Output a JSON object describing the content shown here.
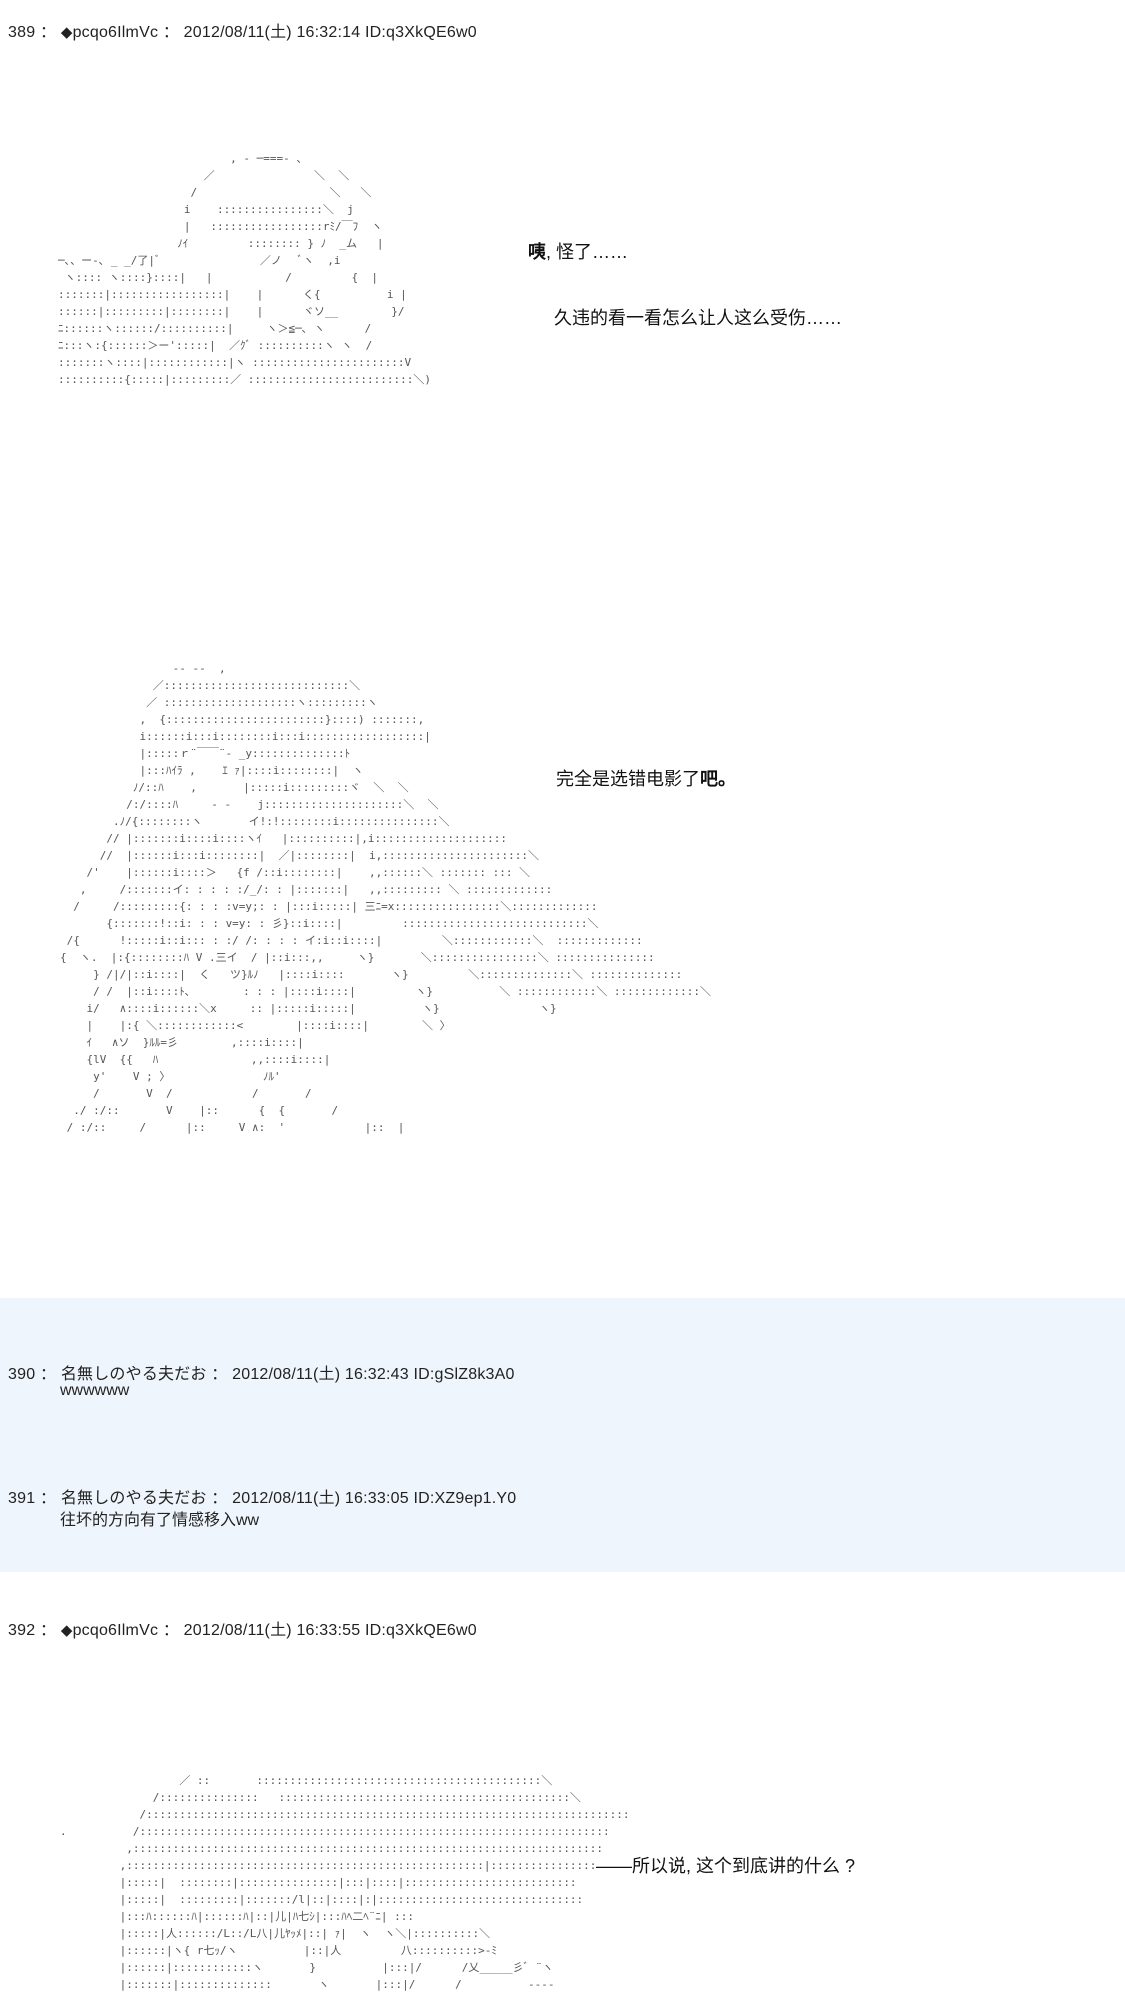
{
  "posts": [
    {
      "number": "389",
      "sep": "：",
      "trip_marker": "◆",
      "name": "pcqo6IlmVc",
      "date": "2012/08/11(土) 16:32:14",
      "id": "ID:q3XkQE6w0",
      "dialogs": [
        {
          "lead": "咦",
          "rest": ", 怪了……"
        },
        {
          "text": "久违的看一看怎么让人这么受伤……"
        },
        {
          "lead": "",
          "rest": "完全是选错电影了",
          "tail": "吧。"
        }
      ],
      "ascii_art_1": "                          , - ─===- 、\n                      ／               ＼  ＼\n                    /                    ＼   ＼\n                   i    ::::::::::::::::＼  j\n                   |   :::::::::::::::::rﾐ/￣ﾌ  ヽ\n                  ﾉｲ         :::::::: } ﾉ  _ム   |\n─､、ー-､ _ _/了|ﾞ               ／ノ   ﾞヽ  ,i\n ヽ:::: ヽ::::}::::|   |           /         {  |\n:::::::|:::::::::::::::::|    |      く{          i |\n::::::|:::::::::|::::::::|    |      ヾソ__        }/\nﾆ::::::ヽ::::::/::::::::::|     ヽ＞≦─､ ヽ      /\nﾆ:::ヽ:{::::::＞ー':::::|  ／ｸﾞ ::::::::::ヽ ヽ  /\n:::::::ヽ::::|::::::::::::|ヽ :::::::::::::::::::::::V\n::::::::::{:::::|:::::::::／ :::::::::::::::::::::::::＼)",
      "ascii_art_2": "                 -- ‐-  ,\n              ／::::::::::::::::::::::::::::＼\n             ／ ::::::::::::::::::::ヽ:::::::::ヽ\n            ,  {::::::::::::::::::::::::}::::) :::::::,\n            i::::::i:::i::::::::i:::i::::::::::::::::::|\n            |:::::ｒ¨￣￣¨- _y::::::::::::::ﾄ\n            |:::ﾊｲﾗ ,    ｴ ｧ|::::i::::::::|  ヽ\n           ﾉ/::ﾊ    ,       |:::::i:::::::::ヾ  ＼  ＼\n          /:/::::ﾊ     - -    j:::::::::::::::::::::＼  ＼\n        .ﾉ/{::::::::ヽ       イ!:!::::::::i:::::::::::::::＼\n       // |:::::::i::::i::::ヽｲ   |::::::::::|,i::::::::::::::::::::\n      //  |::::::i:::i::::::::|  ／|::::::::|  i,::::::::::::::::::::::＼\n    /'    |::::::i::::＞   {f /::i::::::::|    ,,::::::＼ ::::::: ::: ＼\n   ,     /:::::::イ: : : : :/_/: : |:::::::|   ,,::::::::: ＼ :::::::::::::\n  /     /:::::::::{: : : :v=y;: : |:::i:::::| 三ﾆ=x::::::::::::::::＼:::::::::::::\n       {:::::::!::i: : : v=y: : 彡}::i::::|         ::::::::::::::::::::::::::::＼\n /{      !:::::i::i::: : :/ /: : : : イ:i::i::::|         ＼::::::::::::＼  :::::::::::::\n{  ヽ.  |:{::::::::ﾊ V .三イ  / |::i:::,,     ヽ}       ＼::::::::::::::::＼ :::::::::::::::\n     } /|/|::i::::|  く   ツ}ﾙﾉ   |::::i::::       ヽ}         ＼::::::::::::::＼ ::::::::::::::\n     / /  |::i::::ﾄ､        : : : |::::i::::|         ヽ}          ＼ ::::::::::::＼ :::::::::::::＼\n    i/   ∧::::i::::::＼x     :: |:::::i:::::|          ヽ}               ヽ}\n    |    |:{ ＼::::::::::::<        |::::i::::|        ＼ 〉\n    ｲ   ∧ソ  }ﾙﾙ=彡        ,::::i::::|\n    {lV  {{   ﾊ              ,,::::i::::|\n     y'    V ; 〉              ﾉﾙ'\n     /       V  /            /       /\n  ./ :/::       V    |::      {  {       /\n / :/::     /      |::     V ∧:  '            |::  |",
      "ascii_art_3": "                  ／ ::       :::::::::::::::::::::::::::::::::::::::::::＼\n              /:::::::::::::::   ::::::::::::::::::::::::::::::::::::::::::::＼\n            /:::::::::::::::::::::::::::::::::::::::::::::::::::::::::::::::::::::::::\n.          /:::::::::::::::::::::::::::::::::::::::::::::::::::::::::::::::::::::::\n          ,:::::::::::::::::::::::::::::::::::::::::::::::::::::::::::::::::::::::\n         ,::::::::::::::::::::::::::::::::::::::::::::::::::::::|::::::::::::::::\n         |:::::|  ::::::::|:::::::::::::::|:::|::::|::::::::::::::::::::::::::\n         |:::::|  :::::::::|:::::::/l|::|::::|:|:::::::::::::::::::::::::::::::\n         |:::ﾊ::::::ﾊ|::::::ﾊ|::|儿|ﾊ七ｼ|:::ﾊﾍ二ﾍ¨ﾆ| :::\n         |:::::|人::::::/L::/L八|儿ﾔｯﾒ|::| ｧ|  ヽ  ヽ＼|::::::::::＼\n         |::::::|ヽ{ r七ｯ/ヽ          |::|人         八::::::::::>-ﾐ\n         |::::::|::::::::::::ヽ       }          |:::|/      /乂_____彡ﾞ ¨ヽ\n         |:::::::|::::::::::::::       ヽ       |:::|/      /          ----"
    },
    {
      "number": "390",
      "sep": "：",
      "name": "名無しのやる夫だお",
      "date": "2012/08/11(土) 16:32:43",
      "id": "ID:gSlZ8k3A0",
      "body": "wwwwww"
    },
    {
      "number": "391",
      "sep": "：",
      "name": "名無しのやる夫だお",
      "date": "2012/08/11(土) 16:33:05",
      "id": "ID:XZ9ep1.Y0",
      "body": "往坏的方向有了情感移入ww"
    },
    {
      "number": "392",
      "sep": "：",
      "trip_marker": "◆",
      "name": "pcqo6IlmVc",
      "date": "2012/08/11(土) 16:33:55",
      "id": "ID:q3XkQE6w0",
      "dialog": "——所以说, 这个到底讲的什么 ?"
    }
  ]
}
